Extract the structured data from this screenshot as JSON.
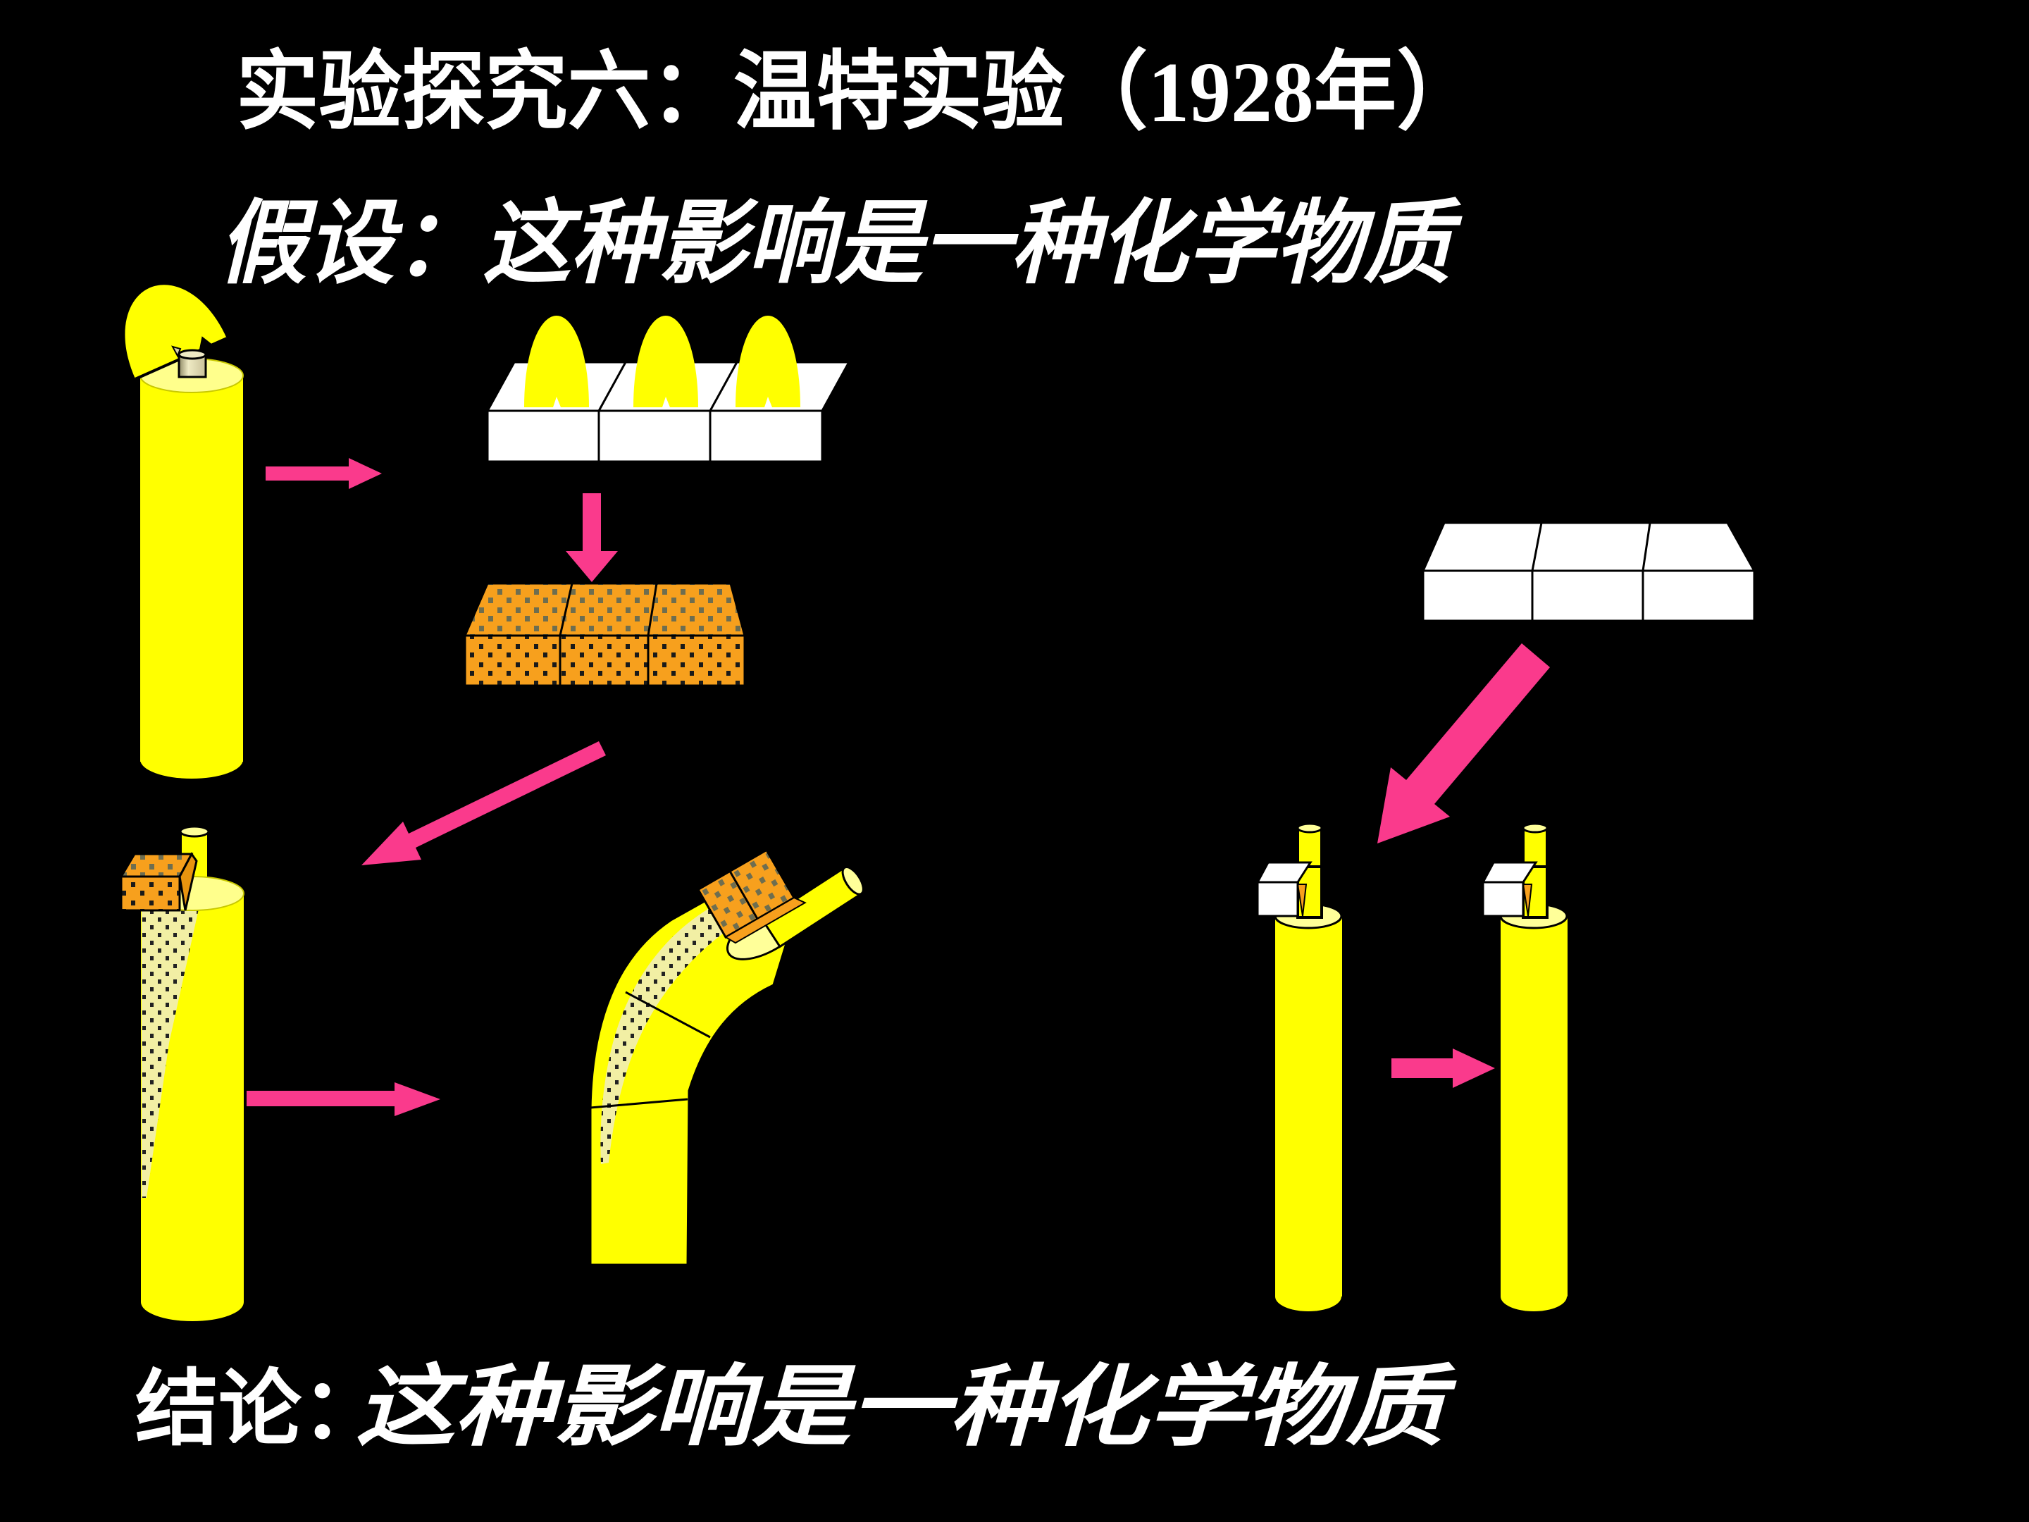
{
  "slide": {
    "title": "实验探究六：温特实验（1928年）",
    "hypothesis": "假设：这种影响是一种化学物质",
    "conclusion": {
      "label": "结论：",
      "text": "这种影响是一种化学物质"
    },
    "colors": {
      "background": "#000000",
      "text": "#FFFFFF",
      "coleoptile_yellow": "#FFFF00",
      "cut_surface_yellow": "#FFFF99",
      "agar_block_white": "#FFFFFF",
      "agar_block_chemical_orange": "#F7A01D",
      "arrow_pink": "#FA3A8C",
      "tip_stub_beige": "#D8D2A6",
      "diffusion_band_pale": "#F2EFA4",
      "outline_black": "#000000"
    }
  }
}
